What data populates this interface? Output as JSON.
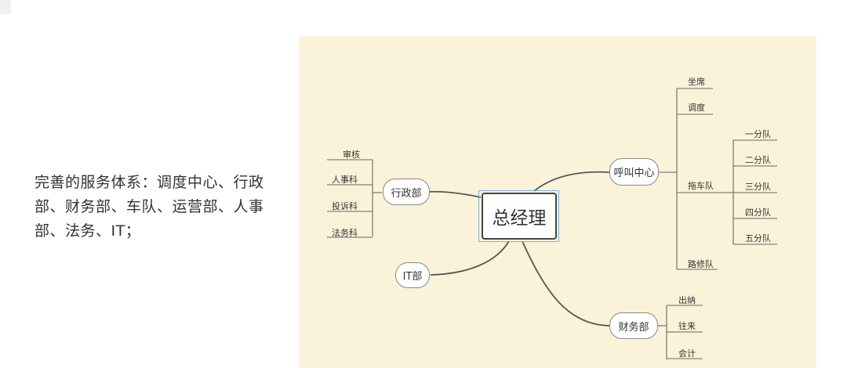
{
  "intro_text": "完善的服务体系：调度中心、行政部、财务部、车队、运营部、人事部、法务、IT；",
  "mindmap": {
    "root": "总经理",
    "branches": {
      "xingzheng": {
        "label": "行政部",
        "children": [
          "审核",
          "人事科",
          "投诉科",
          "法务科"
        ]
      },
      "it": {
        "label": "IT部"
      },
      "hujiao": {
        "label": "呼叫中心",
        "children": [
          "坐席",
          "调度",
          "拖车队",
          "路修队"
        ],
        "tuoche_children": [
          "一分队",
          "二分队",
          "三分队",
          "四分队",
          "五分队"
        ]
      },
      "caiwu": {
        "label": "财务部",
        "children": [
          "出纳",
          "往来",
          "会计"
        ]
      }
    }
  },
  "colors": {
    "canvas_bg": "#fbf3d9",
    "line": "#555555",
    "root_selection": "#7ab0dd"
  }
}
